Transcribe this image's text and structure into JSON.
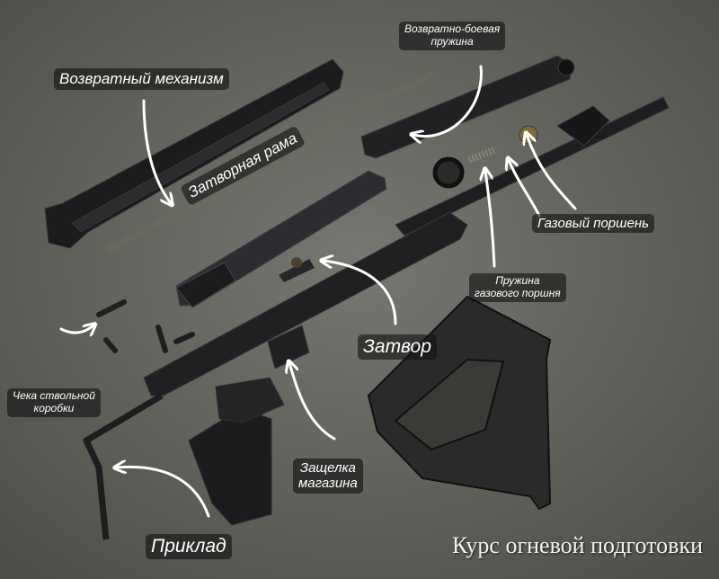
{
  "labels": {
    "return_mechanism": "Возвратный механизм",
    "recoil_spring_l1": "Возвратно-боевая",
    "recoil_spring_l2": "пружина",
    "bolt_carrier": "Затворная рама",
    "gas_piston": "Газовый поршень",
    "gas_spring_l1": "Пружина",
    "gas_spring_l2": "газового поршня",
    "bolt": "Затвор",
    "cross_pin_l1": "Чека ствольной",
    "cross_pin_l2": "коробки",
    "mag_latch_l1": "Защелка",
    "mag_latch_l2": "магазина",
    "stock": "Приклад"
  },
  "watermark": "Курс огневой подготовки",
  "colors": {
    "background": "#5d5e58",
    "label_text": "#ffffff",
    "arrow": "#ffffff",
    "metal": "#1c1d1e"
  }
}
